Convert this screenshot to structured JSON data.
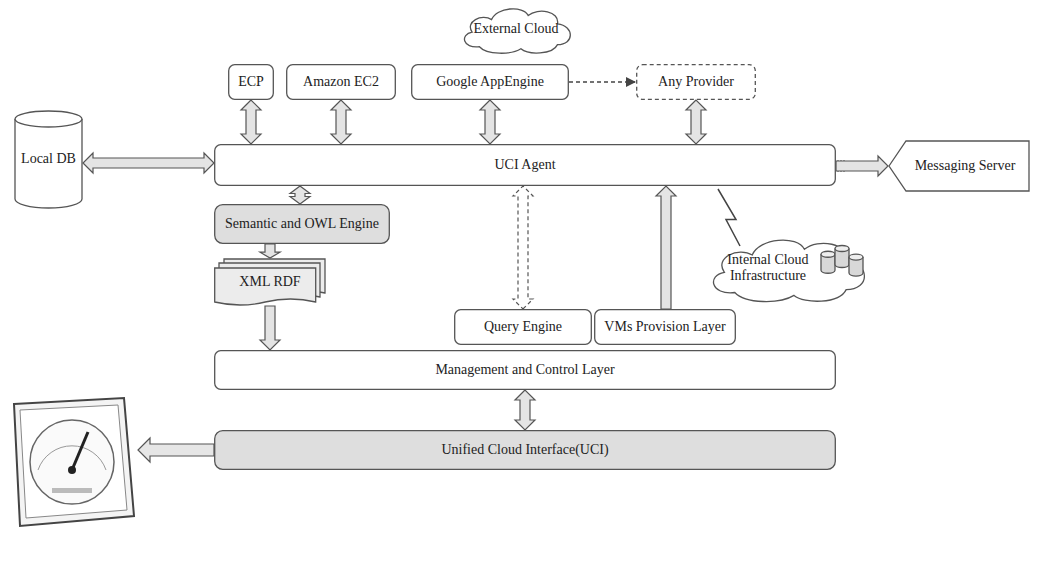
{
  "diagram": {
    "nodes": [
      {
        "text": [
          "External Cloud"
        ]
      },
      {
        "text": [
          "ECP"
        ]
      },
      {
        "text": [
          "Amazon EC2"
        ]
      },
      {
        "text": [
          "Google AppEngine"
        ]
      },
      {
        "text": [
          "Any Provider"
        ]
      },
      {
        "text": [
          "Local DB"
        ]
      },
      {
        "text": [
          "UCI Agent"
        ]
      },
      {
        "text": [
          "Messaging Server"
        ]
      },
      {
        "text": [
          "Semantic and OWL Engine"
        ]
      },
      {
        "text": [
          "XML RDF"
        ]
      },
      {
        "text": [
          "Internal Cloud Infrastructure"
        ]
      },
      {
        "text": [
          "Query Engine"
        ]
      },
      {
        "text": [
          "VMs Provision Layer"
        ]
      },
      {
        "text": [
          "Management and Control Layer"
        ]
      },
      {
        "text": [
          "Unified Cloud Interface(UCI)"
        ]
      }
    ],
    "edges": [
      {
        "from": 1,
        "to": 6,
        "arrow": "both"
      },
      {
        "from": 2,
        "to": 6,
        "arrow": "both"
      },
      {
        "from": 3,
        "to": 6,
        "arrow": "both"
      },
      {
        "from": 3,
        "to": 4,
        "arrow": "to"
      },
      {
        "from": 4,
        "to": 6,
        "arrow": "both"
      },
      {
        "from": 5,
        "to": 6,
        "arrow": "both"
      },
      {
        "from": 6,
        "to": 7,
        "arrow": "to"
      },
      {
        "from": 6,
        "to": 8,
        "arrow": "both"
      },
      {
        "from": 8,
        "to": 9,
        "arrow": "to"
      },
      {
        "from": 9,
        "to": 13,
        "arrow": "to"
      },
      {
        "from": 11,
        "to": 6,
        "arrow": "both"
      },
      {
        "from": 12,
        "to": 6,
        "arrow": "to"
      },
      {
        "from": 10,
        "to": 6,
        "arrow": "none"
      },
      {
        "from": 13,
        "to": 14,
        "arrow": "both"
      }
    ]
  }
}
